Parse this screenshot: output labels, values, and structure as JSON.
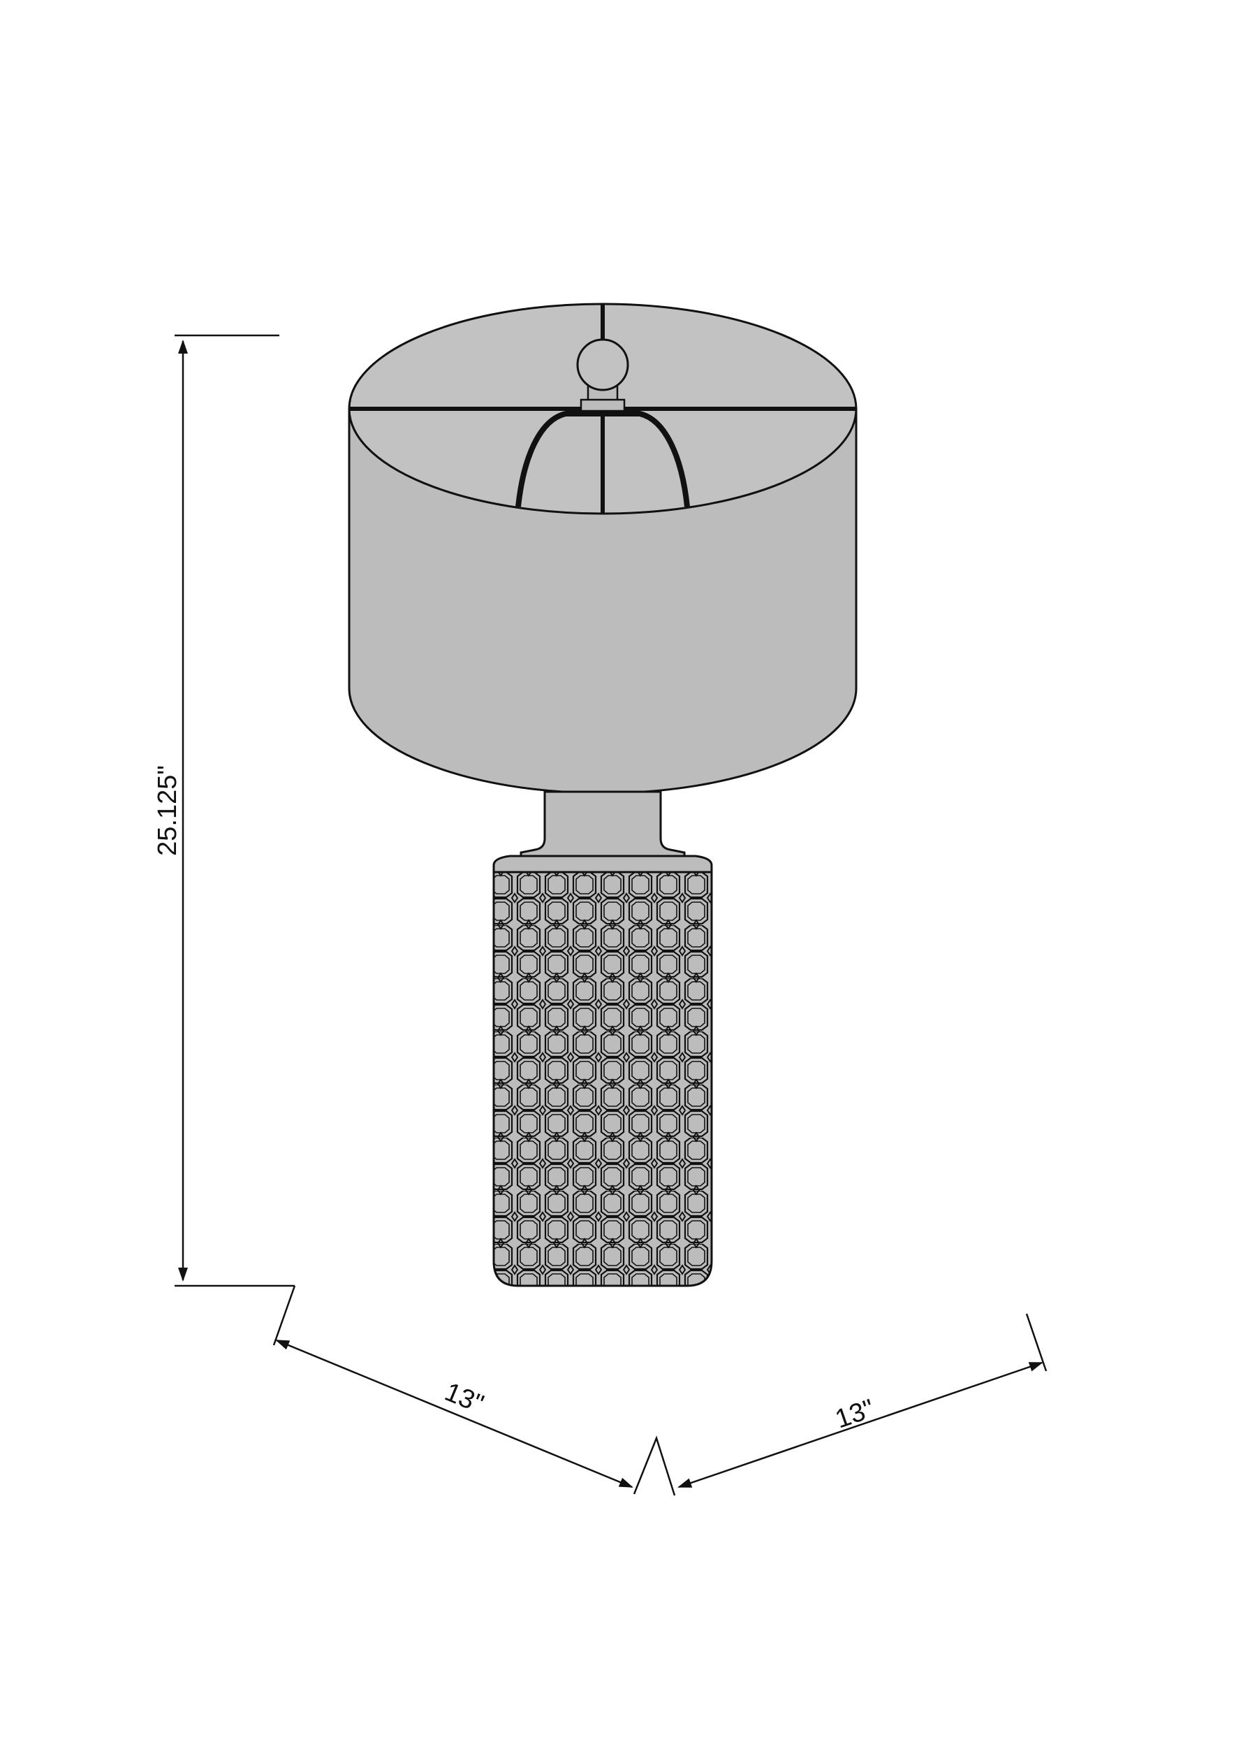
{
  "dimensions": {
    "height": "25.125\"",
    "width_left": "13\"",
    "width_right": "13\""
  },
  "colors": {
    "line": "#111111",
    "shade_fill": "#bfbfbf",
    "body_fill": "#bcbcbc",
    "background": "#ffffff"
  }
}
